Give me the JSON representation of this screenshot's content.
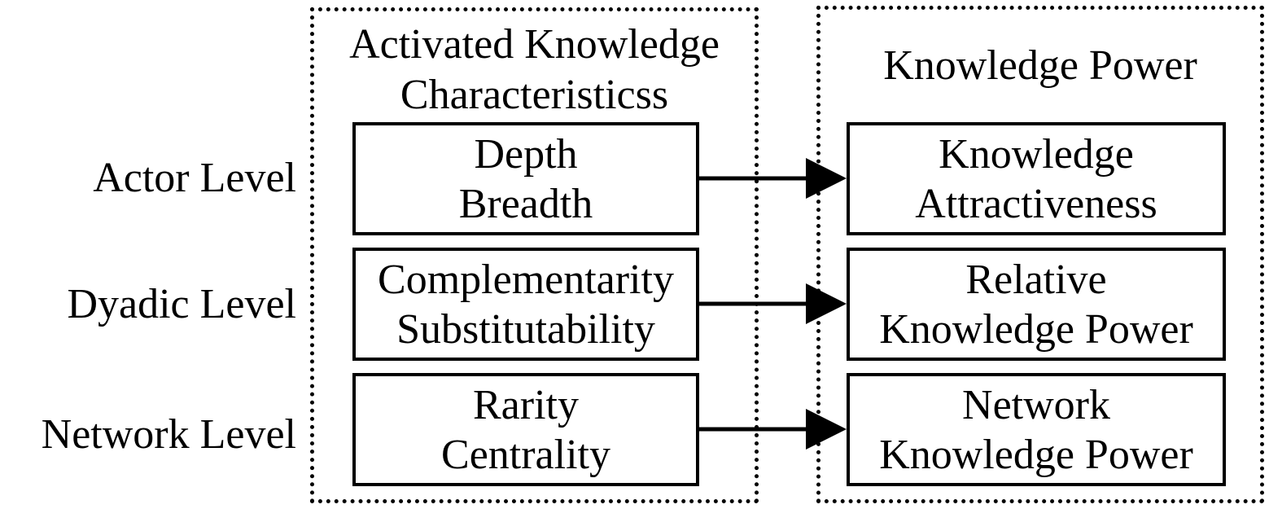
{
  "levels": [
    "Actor Level",
    "Dyadic Level",
    "Network Level"
  ],
  "left_group": {
    "title_line1": "Activated Knowledge",
    "title_line2": "Characteristicss",
    "boxes": [
      {
        "line1": "Depth",
        "line2": "Breadth"
      },
      {
        "line1": "Complementarity",
        "line2": "Substitutability"
      },
      {
        "line1": "Rarity",
        "line2": "Centrality"
      }
    ]
  },
  "right_group": {
    "title": "Knowledge Power",
    "boxes": [
      {
        "line1": "Knowledge",
        "line2": "Attractiveness"
      },
      {
        "line1": "Relative",
        "line2": "Knowledge Power"
      },
      {
        "line1": "Network",
        "line2": "Knowledge Power"
      }
    ]
  },
  "colors": {
    "stroke": "#000000",
    "background": "#ffffff"
  }
}
